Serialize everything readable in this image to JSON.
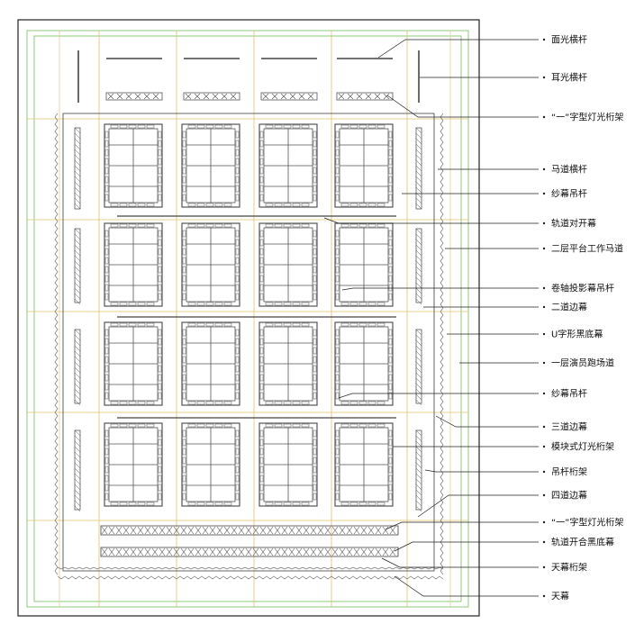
{
  "labels": [
    "面光横杆",
    "耳光横杆",
    "“一”字型灯光桁架",
    "马道横杆",
    "纱幕吊杆",
    "轨道对开幕",
    "二层平台工作马道",
    "卷轴投影幕吊杆",
    "二道边幕",
    "U字形黑底幕",
    "一层演员跑场道",
    "纱幕吊杆",
    "三道边幕",
    "模块式灯光桁架",
    "吊杆桁架",
    "四道边幕",
    "“一”字型灯光桁架",
    "轨道开合黑底幕",
    "天幕桁架",
    "天幕"
  ],
  "colors": {
    "outer_frame": "#222222",
    "green_line": "#8fca7a",
    "yellow_line": "#e3c16a",
    "truss": "#555555"
  }
}
